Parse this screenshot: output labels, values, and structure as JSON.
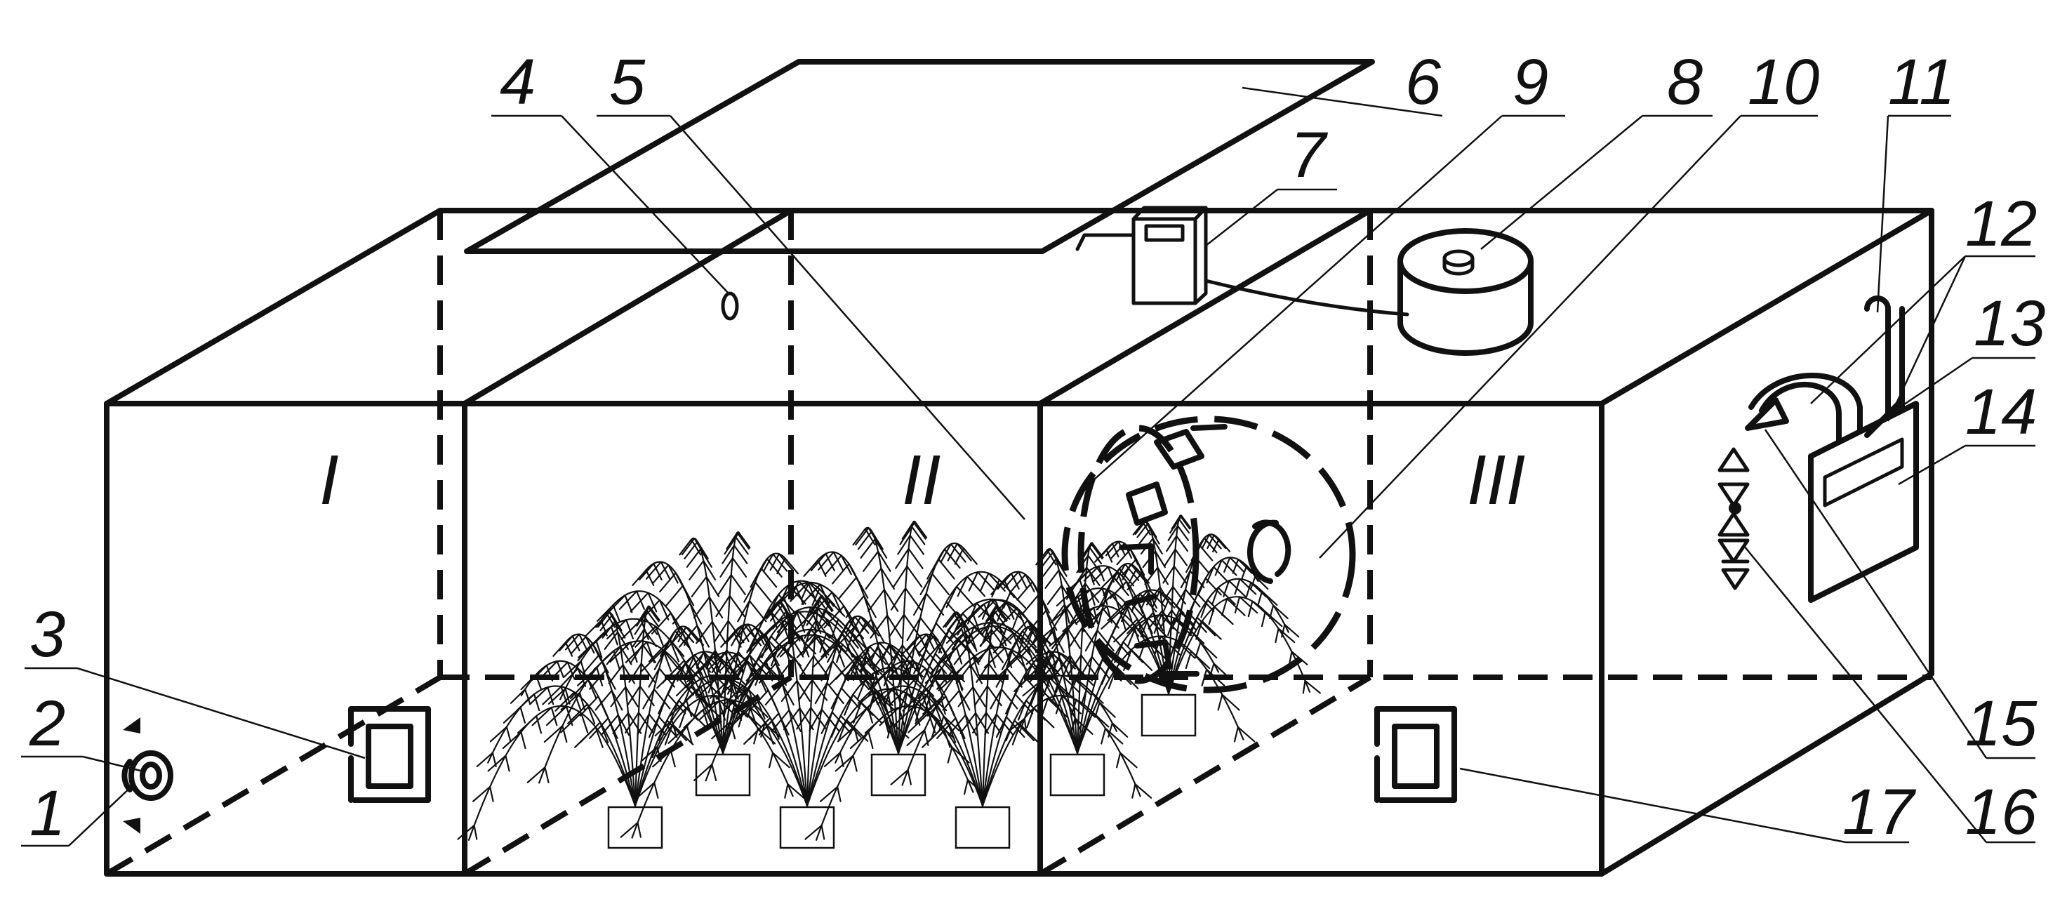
{
  "compartments": [
    "I",
    "II",
    "III"
  ],
  "callouts": [
    "1",
    "2",
    "3",
    "4",
    "5",
    "6",
    "7",
    "8",
    "9",
    "10",
    "11",
    "12",
    "13",
    "14",
    "15",
    "16",
    "17"
  ],
  "colors": {
    "line": "#111111",
    "background": "#ffffff"
  }
}
